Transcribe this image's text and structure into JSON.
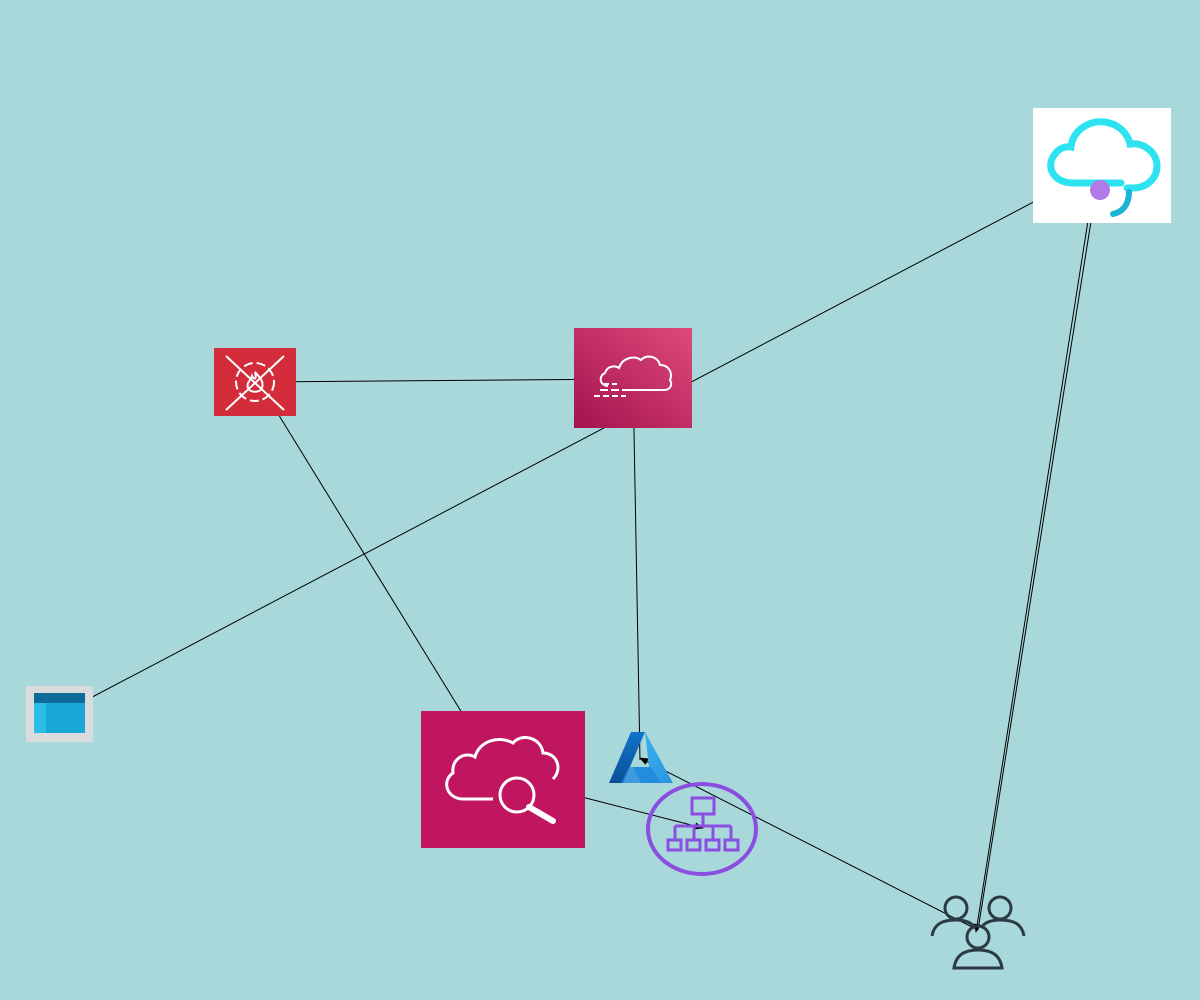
{
  "diagram": {
    "background_color": "#a8d8da",
    "nodes": [
      {
        "id": "cloud-endpoint",
        "icon": "cloud-endpoint-icon",
        "color": "#ffffff"
      },
      {
        "id": "firewall",
        "icon": "firewall-target-icon",
        "color": "#d32d3c"
      },
      {
        "id": "cloud-stream",
        "icon": "cloud-stream-icon",
        "color": "#b8205f"
      },
      {
        "id": "window",
        "icon": "window-icon",
        "color": "#1590c4"
      },
      {
        "id": "cloud-search",
        "icon": "cloud-search-icon",
        "color": "#c0155f"
      },
      {
        "id": "azure",
        "icon": "azure-logo-icon",
        "color": "#1a76d2"
      },
      {
        "id": "hierarchy",
        "icon": "org-hierarchy-icon",
        "color": "#8a4fe0"
      },
      {
        "id": "users",
        "icon": "users-group-icon",
        "color": "#2b3a45"
      }
    ],
    "edges": [
      {
        "from": "window",
        "to": "cloud-endpoint"
      },
      {
        "from": "cloud-stream",
        "to": "firewall"
      },
      {
        "from": "cloud-search",
        "to": "firewall"
      },
      {
        "from": "azure",
        "to": "cloud-stream"
      },
      {
        "from": "cloud-search",
        "to": "hierarchy"
      },
      {
        "from": "users",
        "to": "azure"
      },
      {
        "from": "users",
        "to": "cloud-endpoint"
      },
      {
        "from": "cloud-endpoint",
        "to": "users"
      }
    ]
  }
}
